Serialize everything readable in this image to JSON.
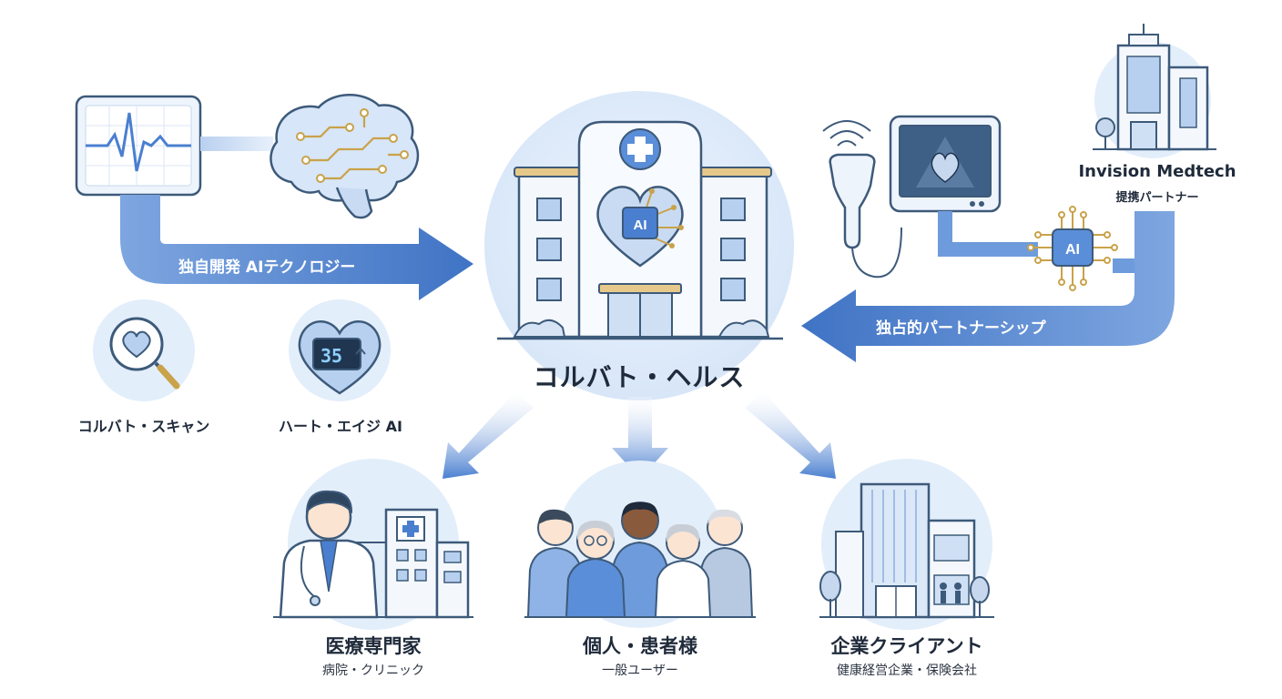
{
  "center": {
    "name": "コルバト・ヘルス",
    "building_badge": "AI"
  },
  "left": {
    "arrow_label": "独自開発 AIテクノロジー",
    "products": [
      {
        "name": "コルバト・スキャン",
        "icon": "magnifier-heart-icon"
      },
      {
        "name": "ハート・エイジ AI",
        "icon": "heart-display-icon",
        "display": "35"
      }
    ]
  },
  "right": {
    "partner_name": "Invision Medtech",
    "partner_role": "提携パートナー",
    "arrow_label": "独占的パートナーシップ",
    "chip_label": "AI"
  },
  "customers": [
    {
      "title": "医療専門家",
      "subtitle": "病院・クリニック",
      "icon": "doctor-hospital-icon"
    },
    {
      "title": "個人・患者様",
      "subtitle": "一般ユーザー",
      "icon": "people-group-icon"
    },
    {
      "title": "企業クライアント",
      "subtitle": "健康経営企業・保険会社",
      "icon": "corporate-buildings-icon"
    }
  ],
  "colors": {
    "accent": "#4a7fd0",
    "light": "#e3eefb",
    "line": "#3d5a7a",
    "gold": "#c9a24a"
  }
}
